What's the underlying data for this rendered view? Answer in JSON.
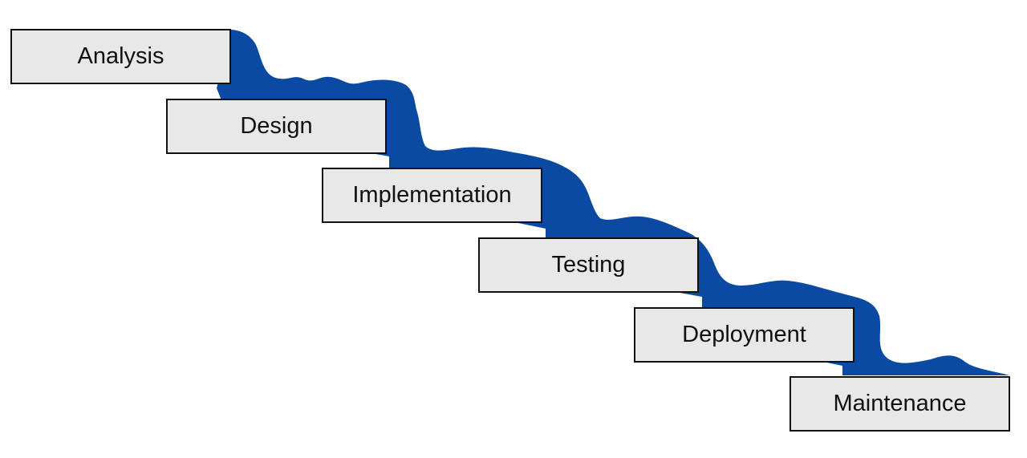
{
  "diagram": {
    "flow_color": "#0a4aa3",
    "box_fill": "#e8e8e8",
    "box_border": "#111111",
    "stages": [
      {
        "label": "Analysis"
      },
      {
        "label": "Design"
      },
      {
        "label": "Implementation"
      },
      {
        "label": "Testing"
      },
      {
        "label": "Deployment"
      },
      {
        "label": "Maintenance"
      }
    ]
  }
}
